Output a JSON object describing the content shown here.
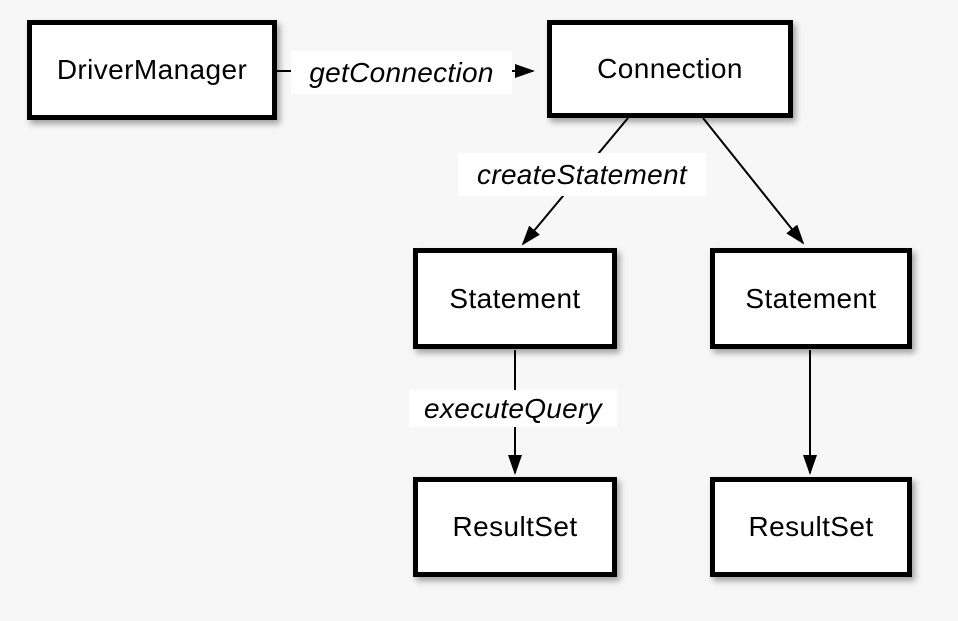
{
  "diagram": {
    "nodes": [
      {
        "id": "driver-manager",
        "label": "DriverManager"
      },
      {
        "id": "connection",
        "label": "Connection"
      },
      {
        "id": "statement-left",
        "label": "Statement"
      },
      {
        "id": "statement-right",
        "label": "Statement"
      },
      {
        "id": "resultset-left",
        "label": "ResultSet"
      },
      {
        "id": "resultset-right",
        "label": "ResultSet"
      }
    ],
    "edges": [
      {
        "from": "driver-manager",
        "to": "connection",
        "label": "getConnection"
      },
      {
        "from": "connection",
        "to": "statement-left",
        "label": "createStatement"
      },
      {
        "from": "connection",
        "to": "statement-right",
        "label": ""
      },
      {
        "from": "statement-left",
        "to": "resultset-left",
        "label": "executeQuery"
      },
      {
        "from": "statement-right",
        "to": "resultset-right",
        "label": ""
      }
    ],
    "colors": {
      "background": "#f7f7f7",
      "node_fill": "#ffffff",
      "node_border": "#000000",
      "line": "#000000",
      "text": "#000000",
      "label_background": "#ffffff"
    }
  }
}
